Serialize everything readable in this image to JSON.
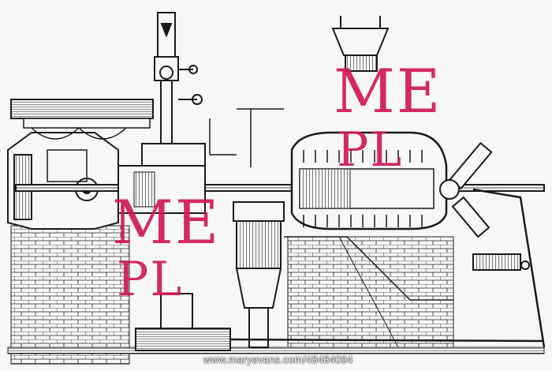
{
  "image": {
    "subject": "engraving-engine-diagram",
    "colors": {
      "ink": "#1a1a1a",
      "paper": "#f7f7f5",
      "watermark": "#d0185a"
    }
  },
  "watermarks": [
    {
      "line1": "ME",
      "line2": "PL"
    },
    {
      "line1": "ME",
      "line2": "PL"
    }
  ],
  "credit": "www.maryevans.com/48484094"
}
